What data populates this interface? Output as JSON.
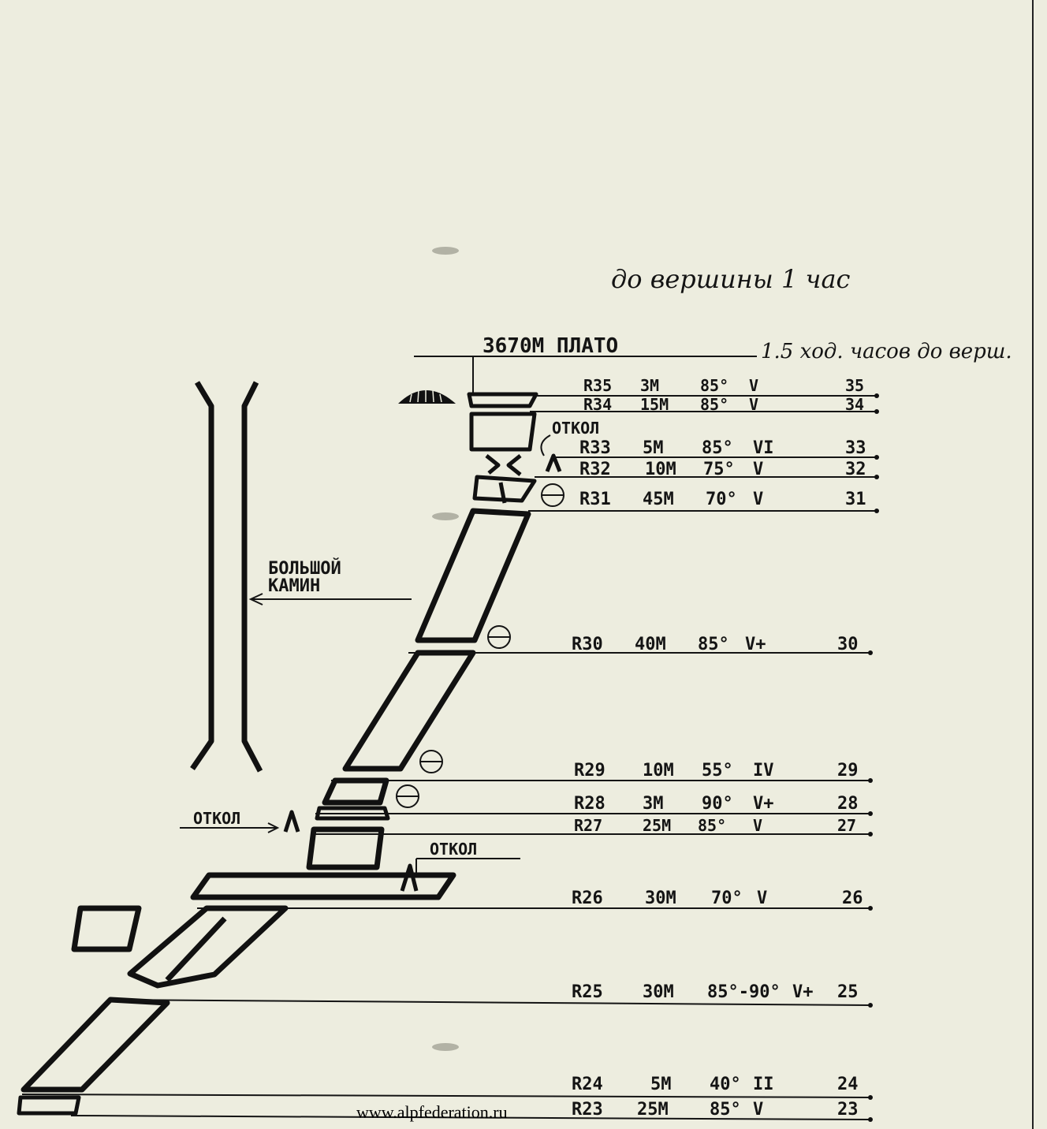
{
  "header": {
    "to_summit": "до вершины 1 час",
    "plateau": "3670М ПЛАТО",
    "plateau_note": "1.5 ход. часов до верш."
  },
  "labels": {
    "big_chimney_line1": "БОЛЬШОЙ",
    "big_chimney_line2": "КАМИН",
    "otkol_left": "ОТКОЛ",
    "otkol_mid": "ОТКОЛ",
    "otkol_top": "ОТКОЛ"
  },
  "pitches": [
    {
      "id": "R35",
      "len": "3М",
      "angle": "85°",
      "grade": "V",
      "num": "35"
    },
    {
      "id": "R34",
      "len": "15М",
      "angle": "85°",
      "grade": "V",
      "num": "34"
    },
    {
      "id": "R33",
      "len": "5М",
      "angle": "85°",
      "grade": "VI",
      "num": "33"
    },
    {
      "id": "R32",
      "len": "10М",
      "angle": "75°",
      "grade": "V",
      "num": "32"
    },
    {
      "id": "R31",
      "len": "45М",
      "angle": "70°",
      "grade": "V",
      "num": "31"
    },
    {
      "id": "R30",
      "len": "40М",
      "angle": "85°",
      "grade": "V+",
      "num": "30"
    },
    {
      "id": "R29",
      "len": "10М",
      "angle": "55°",
      "grade": "IV",
      "num": "29"
    },
    {
      "id": "R28",
      "len": "3М",
      "angle": "90°",
      "grade": "V+",
      "num": "28"
    },
    {
      "id": "R27",
      "len": "25М",
      "angle": "85°",
      "grade": "V",
      "num": "27"
    },
    {
      "id": "R26",
      "len": "30М",
      "angle": "70°",
      "grade": "V",
      "num": "26"
    },
    {
      "id": "R25",
      "len": "30М",
      "angle": "85°-90°",
      "grade": "V+",
      "num": "25"
    },
    {
      "id": "R24",
      "len": "5М",
      "angle": "40°",
      "grade": "II",
      "num": "24"
    },
    {
      "id": "R23",
      "len": "25М",
      "angle": "85°",
      "grade": "V",
      "num": "23"
    }
  ],
  "footer": {
    "url": "www.alpfederation.ru"
  }
}
